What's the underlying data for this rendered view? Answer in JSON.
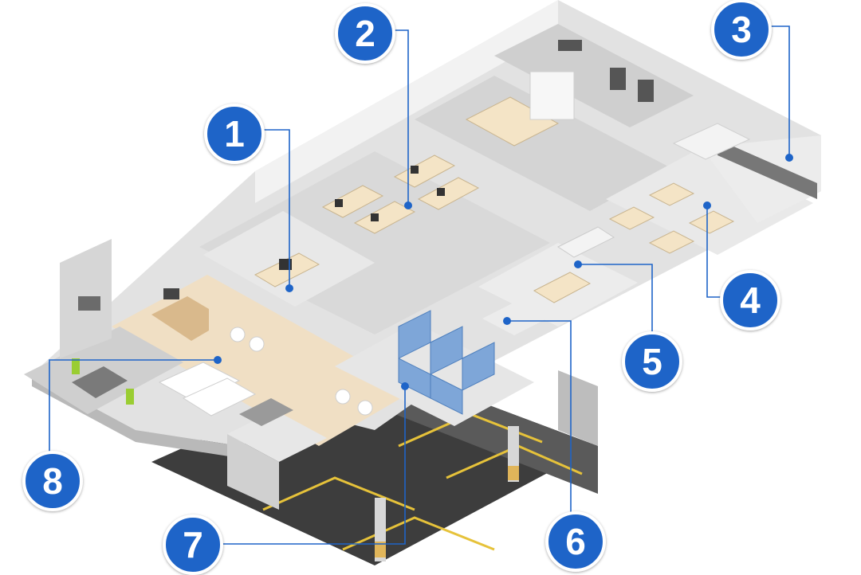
{
  "diagram": {
    "accent_color": "#1e64c8",
    "callouts": [
      {
        "id": "1",
        "label": "1"
      },
      {
        "id": "2",
        "label": "2"
      },
      {
        "id": "3",
        "label": "3"
      },
      {
        "id": "4",
        "label": "4"
      },
      {
        "id": "5",
        "label": "5"
      },
      {
        "id": "6",
        "label": "6"
      },
      {
        "id": "7",
        "label": "7"
      },
      {
        "id": "8",
        "label": "8"
      }
    ]
  }
}
